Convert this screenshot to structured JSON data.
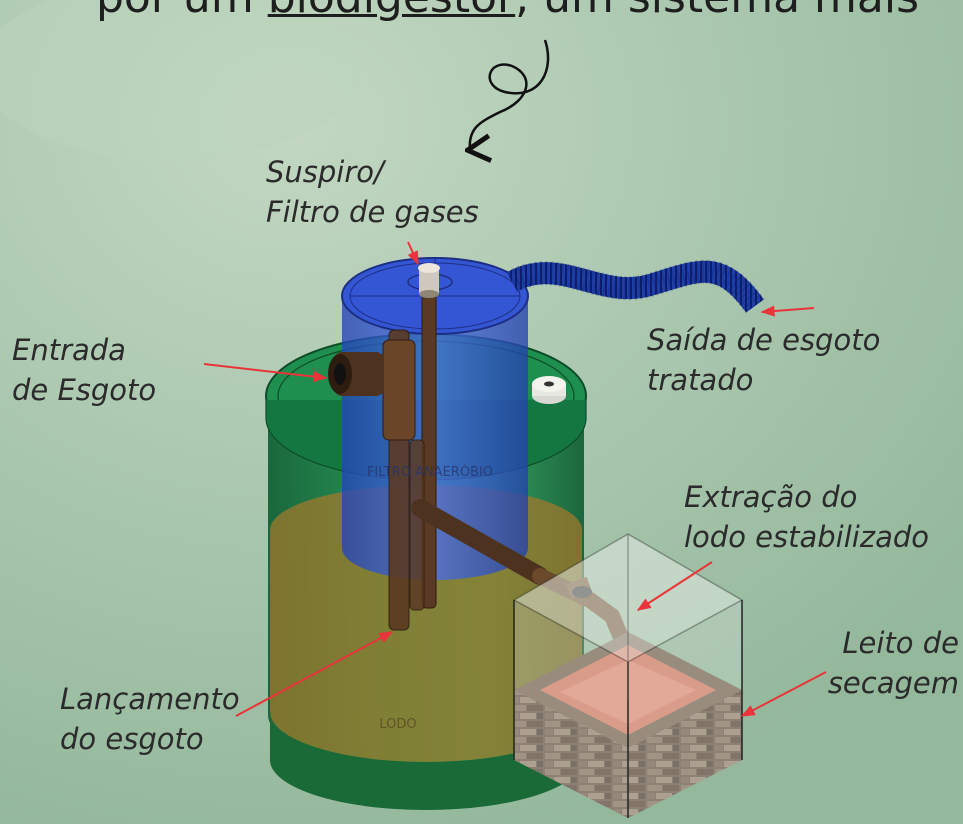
{
  "headline": {
    "prefix": "por um",
    "underlined": "biodigestor",
    "suffix": ", um sistema mais"
  },
  "labels": {
    "suspiro": [
      "Suspiro/",
      "Filtro de gases"
    ],
    "entrada": [
      "Entrada",
      "de Esgoto"
    ],
    "saida": [
      "Saída de esgoto",
      "tratado"
    ],
    "extracao": [
      "Extração do",
      "lodo estabilizado"
    ],
    "leito": [
      "Leito de",
      "secagem"
    ],
    "lancamento": [
      "Lançamento",
      "do esgoto"
    ]
  },
  "tank_text": {
    "filter": "FILTRO ANAERÓBIO",
    "sludge": "LODO"
  },
  "colors": {
    "background": "#a9c7ae",
    "outer_tank": "#1a8a4e",
    "inner_filter": "#2a4fd0",
    "sludge": "#a07a2a",
    "pipe": "#4a2e1a",
    "drying_bed": "#d87a64",
    "arrow": "#e8343a"
  }
}
